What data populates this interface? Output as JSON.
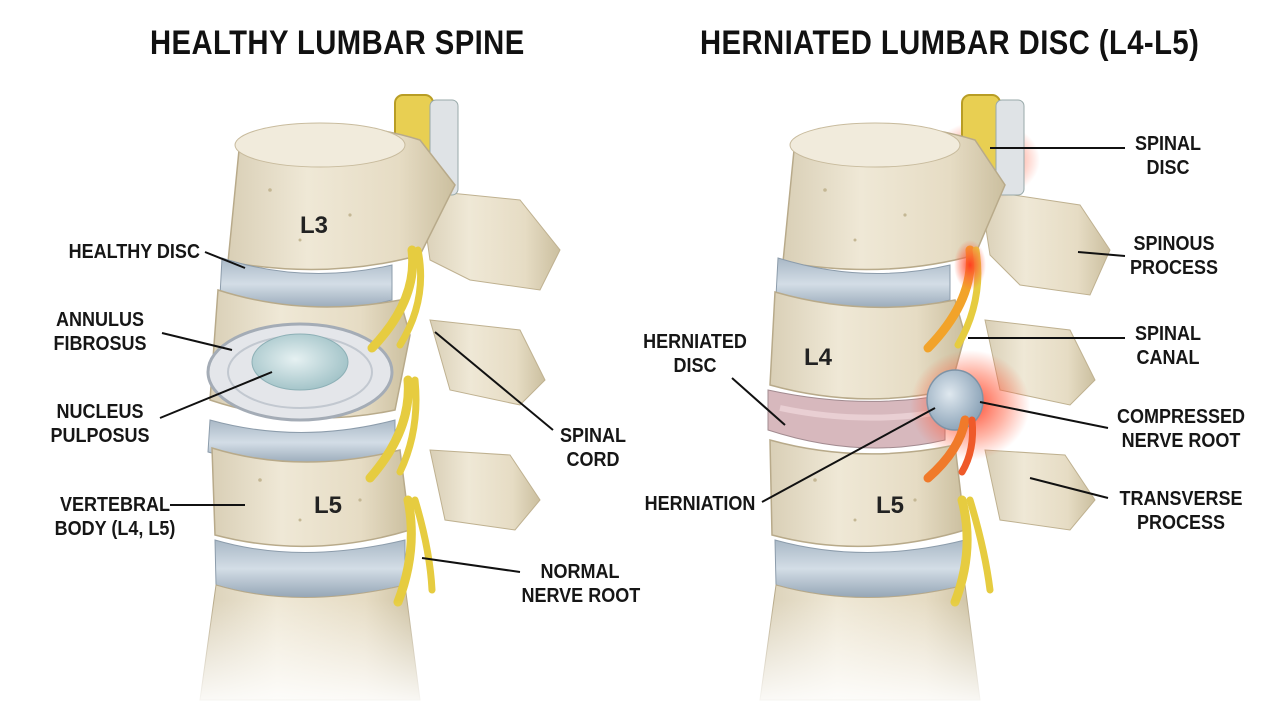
{
  "titles": {
    "left": "HEALTHY LUMBAR SPINE",
    "right": "HERNIATED LUMBAR DISC (L4-L5)"
  },
  "vertebra_labels": {
    "left_top": "L3",
    "left_bottom": "L5",
    "right_top": "L4",
    "right_bottom": "L5"
  },
  "left_labels": {
    "healthy_disc": [
      "HEALTHY DISC"
    ],
    "annulus": [
      "ANNULUS",
      "FIBROSUS"
    ],
    "nucleus": [
      "NUCLEUS",
      "PULPOSUS"
    ],
    "vertebral_body": [
      "VERTEBRAL",
      "BODY (L4, L5)"
    ],
    "spinal_cord": [
      "SPINAL",
      "CORD"
    ],
    "normal_nerve": [
      "NORMAL",
      "NERVE ROOT"
    ]
  },
  "right_labels": {
    "spinal_disc": [
      "SPINAL",
      "DISC"
    ],
    "spinous_process": [
      "SPINOUS",
      "PROCESS"
    ],
    "spinal_canal": [
      "SPINAL",
      "CANAL"
    ],
    "compressed_nerve": [
      "COMPRESSED",
      "NERVE ROOT"
    ],
    "transverse_process": [
      "TRANSVERSE",
      "PROCESS"
    ],
    "herniated_disc": [
      "HERNIATED",
      "DISC"
    ],
    "herniation": [
      "HERNIATION"
    ]
  },
  "colors": {
    "bone": "#e9e1cc",
    "bone_shadow": "#c9bc9d",
    "disc": "#b9c6d2",
    "nerve": "#ecd24a",
    "inflamed": "#e8452c"
  }
}
